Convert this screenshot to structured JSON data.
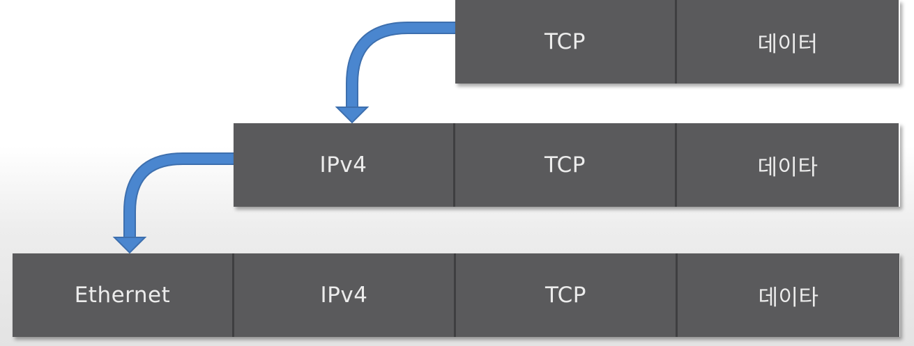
{
  "layers": [
    {
      "name": "tcp-layer",
      "cells": [
        "TCP",
        "데이터"
      ]
    },
    {
      "name": "ip-layer",
      "cells": [
        "IPv4",
        "TCP",
        "데이타"
      ]
    },
    {
      "name": "ethernet-layer",
      "cells": [
        "Ethernet",
        "IPv4",
        "TCP",
        "데이타"
      ]
    }
  ],
  "colors": {
    "cell_fill": "#5a5a5c",
    "cell_divider": "#3f3f41",
    "cell_text": "#ececec",
    "arrow": "#4a86cf"
  }
}
